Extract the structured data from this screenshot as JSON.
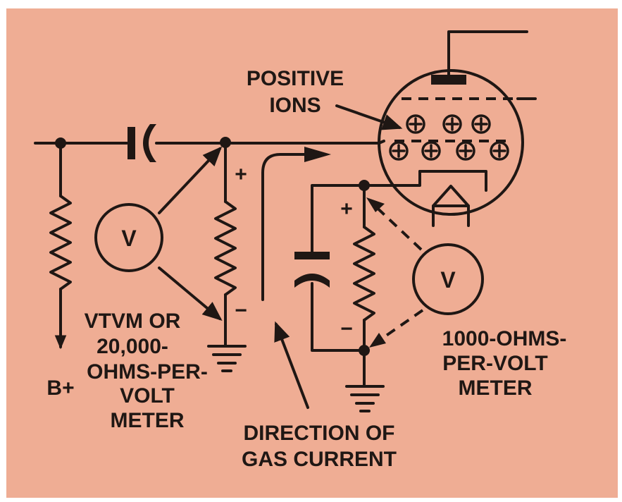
{
  "labels": {
    "positive_ions": [
      "POSITIVE",
      "IONS"
    ],
    "meter_left": [
      "VTVM OR",
      "20,000-",
      "OHMS-PER-",
      "VOLT",
      "METER"
    ],
    "meter_right": [
      "1000-OHMS-",
      "PER-VOLT",
      "METER"
    ],
    "gas_current": [
      "DIRECTION OF",
      "GAS CURRENT"
    ],
    "b_plus": "B+",
    "meter_symbol": "V",
    "plus": "+",
    "minus": "−"
  },
  "colors": {
    "background": "#efad94",
    "ink": "#1f1714"
  }
}
